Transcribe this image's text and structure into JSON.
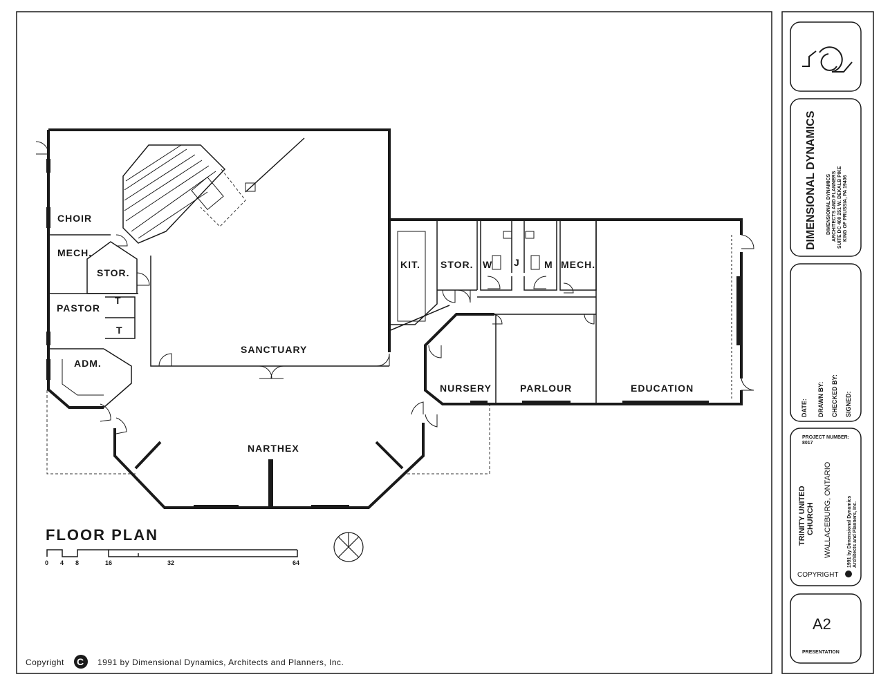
{
  "rooms": {
    "choir": "CHOIR",
    "mech_left": "MECH.",
    "stor_left": "STOR.",
    "pastor": "PASTOR",
    "t_upper": "T",
    "t_lower": "T",
    "adm": "ADM.",
    "sanctuary": "SANCTUARY",
    "narthex": "NARTHEX",
    "kit": "KIT.",
    "stor_right": "STOR.",
    "w": "W",
    "j": "J",
    "m": "M",
    "mech_right": "MECH.",
    "nursery": "NURSERY",
    "parlour": "PARLOUR",
    "education": "EDUCATION"
  },
  "plan_title": "FLOOR PLAN",
  "scale_labels": [
    "0",
    "4",
    "8",
    "16",
    "32",
    "64"
  ],
  "copyright_prefix": "Copyright",
  "copyright_symbol": "C",
  "copyright_text": "1991 by Dimensional Dynamics, Architects and Planners, Inc.",
  "title_block": {
    "firm_name": "DIMENSIONAL DYNAMICS",
    "firm_line1": "DIMENSIONAL DYNAMICS",
    "firm_line2": "ARCHITECTS AND PLANNERS",
    "firm_line3": "SUITE DC 400 251 W. DEKALB PIKE",
    "firm_line4": "KING OF PRUSSIA, PA 19406",
    "date_label": "DATE:",
    "drawn_label": "DRAWN BY:",
    "checked_label": "CHECKED BY:",
    "signed_label": "SIGNED:",
    "project_number_label": "PROJECT NUMBER:",
    "project_number": "8017",
    "project_name_1": "TRINITY UNITED",
    "project_name_2": "CHURCH",
    "location": "WALLACEBURG, ONTARIO",
    "copyright_note_1": "1991 by Dimensional Dynamics",
    "copyright_note_2": "Architects and Planners, Inc.",
    "copyright_label": "COPYRIGHT",
    "sheet_number": "A2",
    "sheet_label": "PRESENTATION"
  }
}
